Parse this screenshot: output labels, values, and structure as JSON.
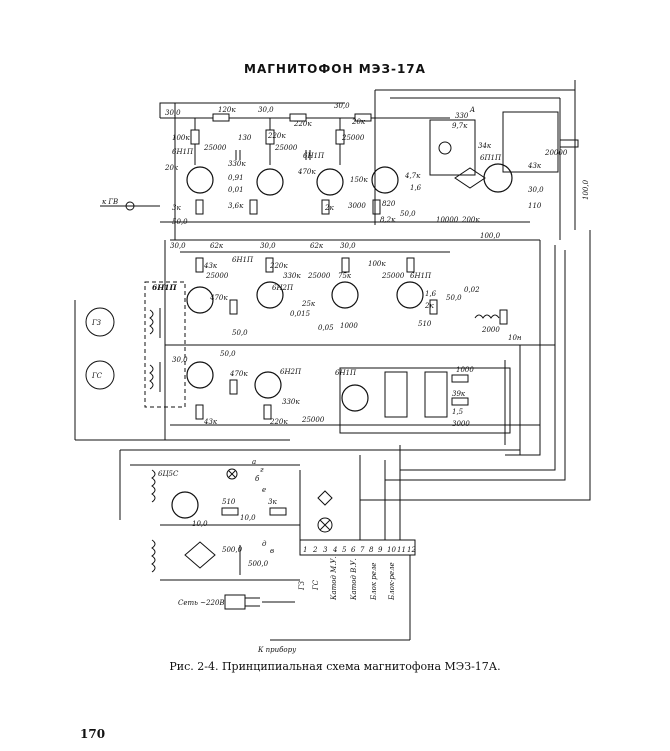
{
  "page": {
    "title": "МАГНИТОФОН МЭЗ-17А",
    "caption": "Рис. 2-4. Принципиальная схема магнитофона МЭЗ-17А.",
    "page_number": "170"
  },
  "labels": {
    "top_chain": [
      "30,0",
      "120к",
      "30,0",
      "220к",
      "30,0",
      "100к",
      "25000",
      "130",
      "330к",
      "0,91",
      "6Н1П",
      "20к",
      "3к",
      "50,0",
      "0,01",
      "3,6к",
      "220к",
      "25000",
      "470к",
      "2к",
      "6Н1П",
      "25000",
      "150к",
      "3000",
      "20к",
      "820",
      "8,2к",
      "50,0",
      "1,6",
      "4,7к",
      "10000",
      "330",
      "9,7к",
      "A",
      "34к",
      "6П1П",
      "43к",
      "20000",
      "100,0",
      "30,0",
      "110",
      "200к",
      "к ГВ",
      "100,0"
    ],
    "mid_chain": [
      "30,0",
      "62к",
      "30,0",
      "62к",
      "30,0",
      "100к",
      "6Н1П",
      "43к",
      "25000",
      "6Н1П",
      "470к",
      "50,0",
      "220к",
      "330к",
      "25000",
      "6Н2П",
      "0,015",
      "25к",
      "0,05",
      "75к",
      "25000",
      "1000",
      "6Н1П",
      "1,6",
      "2к",
      "510",
      "50,0",
      "0,02",
      "2000",
      "10н",
      "30,0",
      "6Н2П",
      "470к",
      "330к",
      "25000",
      "43к",
      "220к",
      "50,0"
    ],
    "osc_block": [
      "6Н1П",
      "1000",
      "39к",
      "1,5",
      "3000"
    ],
    "power_block": [
      "6Ц5С",
      "510",
      "10,0",
      "3к",
      "10,0",
      "500,0",
      "500,0",
      "Сеть ~220В",
      "К прибору",
      "а",
      "б",
      "в",
      "г",
      "д",
      "е"
    ],
    "connector_pins": [
      "1",
      "2",
      "3",
      "4",
      "5",
      "6",
      "7",
      "8",
      "9",
      "10",
      "11",
      "12"
    ],
    "connector_labels": [
      "ГЗ",
      "ГС",
      "Катод М.У.",
      "Катод В.У.",
      "Блок реле",
      "Блок-реле"
    ],
    "heads": [
      "ГЗ",
      "ГС"
    ]
  }
}
